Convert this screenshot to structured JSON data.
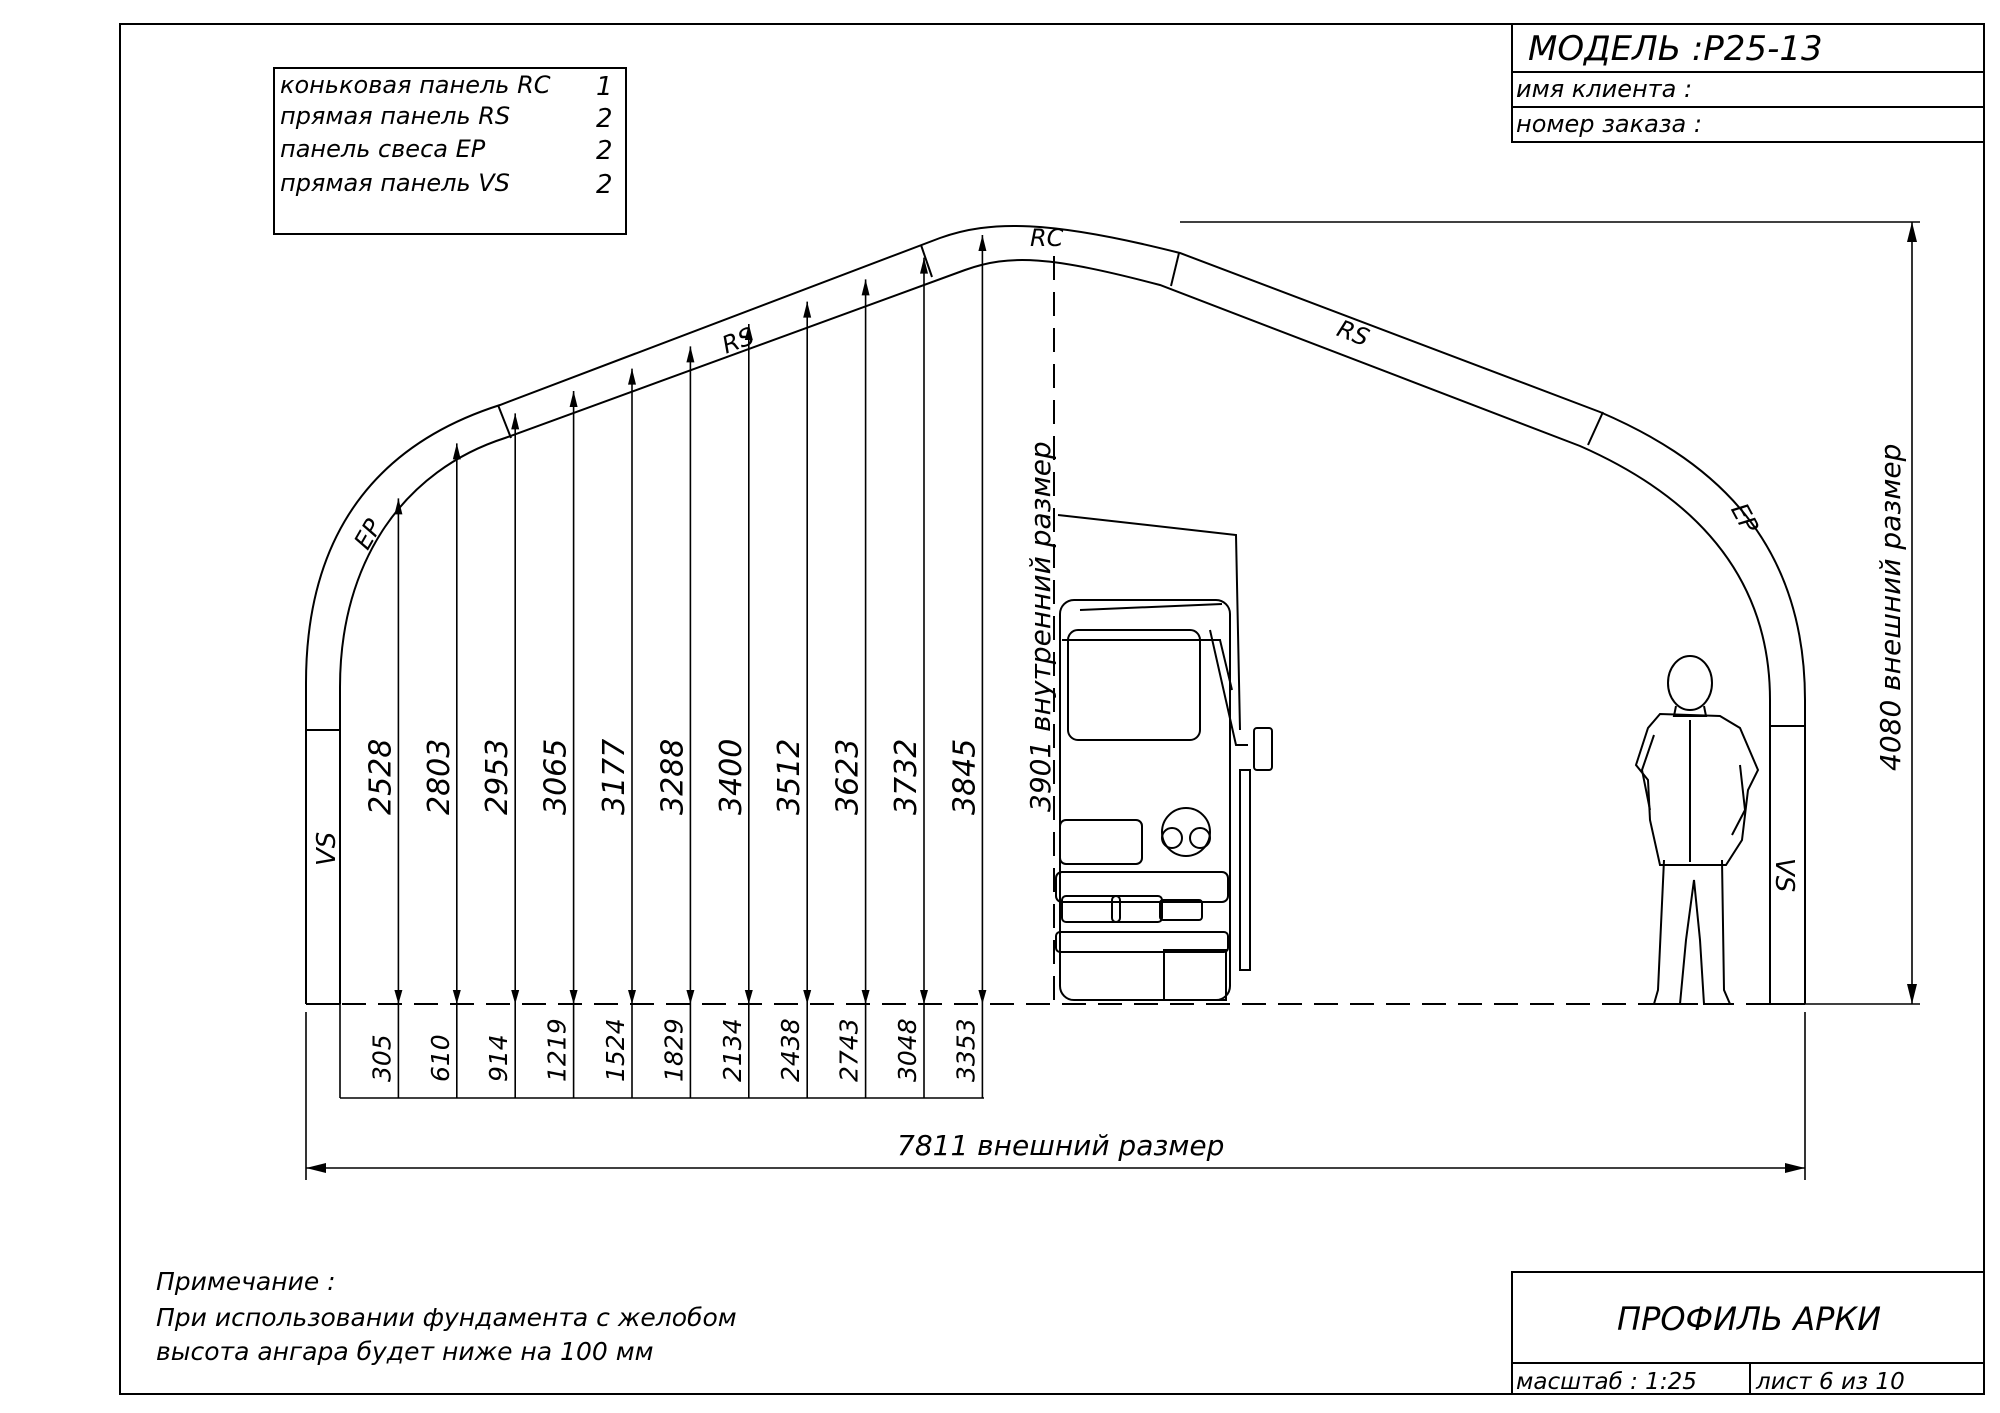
{
  "title_block": {
    "model": "МОДЕЛЬ :P25-13",
    "client_label": "имя клиента :",
    "order_label": "номер заказа :",
    "drawing_title": "ПРОФИЛЬ АРКИ",
    "scale": "масштаб : 1:25",
    "sheet": "лист  6  из  10"
  },
  "panel_table": [
    {
      "name": "коньковая панель  RC",
      "qty": "1"
    },
    {
      "name": "прямая панель  RS",
      "qty": "2"
    },
    {
      "name": "панель свеса  EP",
      "qty": "2"
    },
    {
      "name": "прямая панель  VS",
      "qty": "2"
    }
  ],
  "panel_labels": {
    "rc": "RC",
    "rs_left": "RS",
    "rs_right": "RS",
    "ep_left": "EP",
    "ep_right": "EP",
    "vs_left": "VS",
    "vs_right": "VS"
  },
  "heights": [
    "2528",
    "2803",
    "2953",
    "3065",
    "3177",
    "3288",
    "3400",
    "3512",
    "3623",
    "3732",
    "3845"
  ],
  "offsets": [
    "305",
    "610",
    "914",
    "1219",
    "1524",
    "1829",
    "2134",
    "2438",
    "2743",
    "3048",
    "3353"
  ],
  "dimensions": {
    "inner_height": "3901  внутренний размер",
    "outer_height": "4080  внешний размер",
    "outer_width": "7811  внешний размер"
  },
  "note": {
    "heading": "Примечание :",
    "line1": "При использовании фундамента с желобом",
    "line2": "высота ангара будет ниже на  100  мм"
  }
}
